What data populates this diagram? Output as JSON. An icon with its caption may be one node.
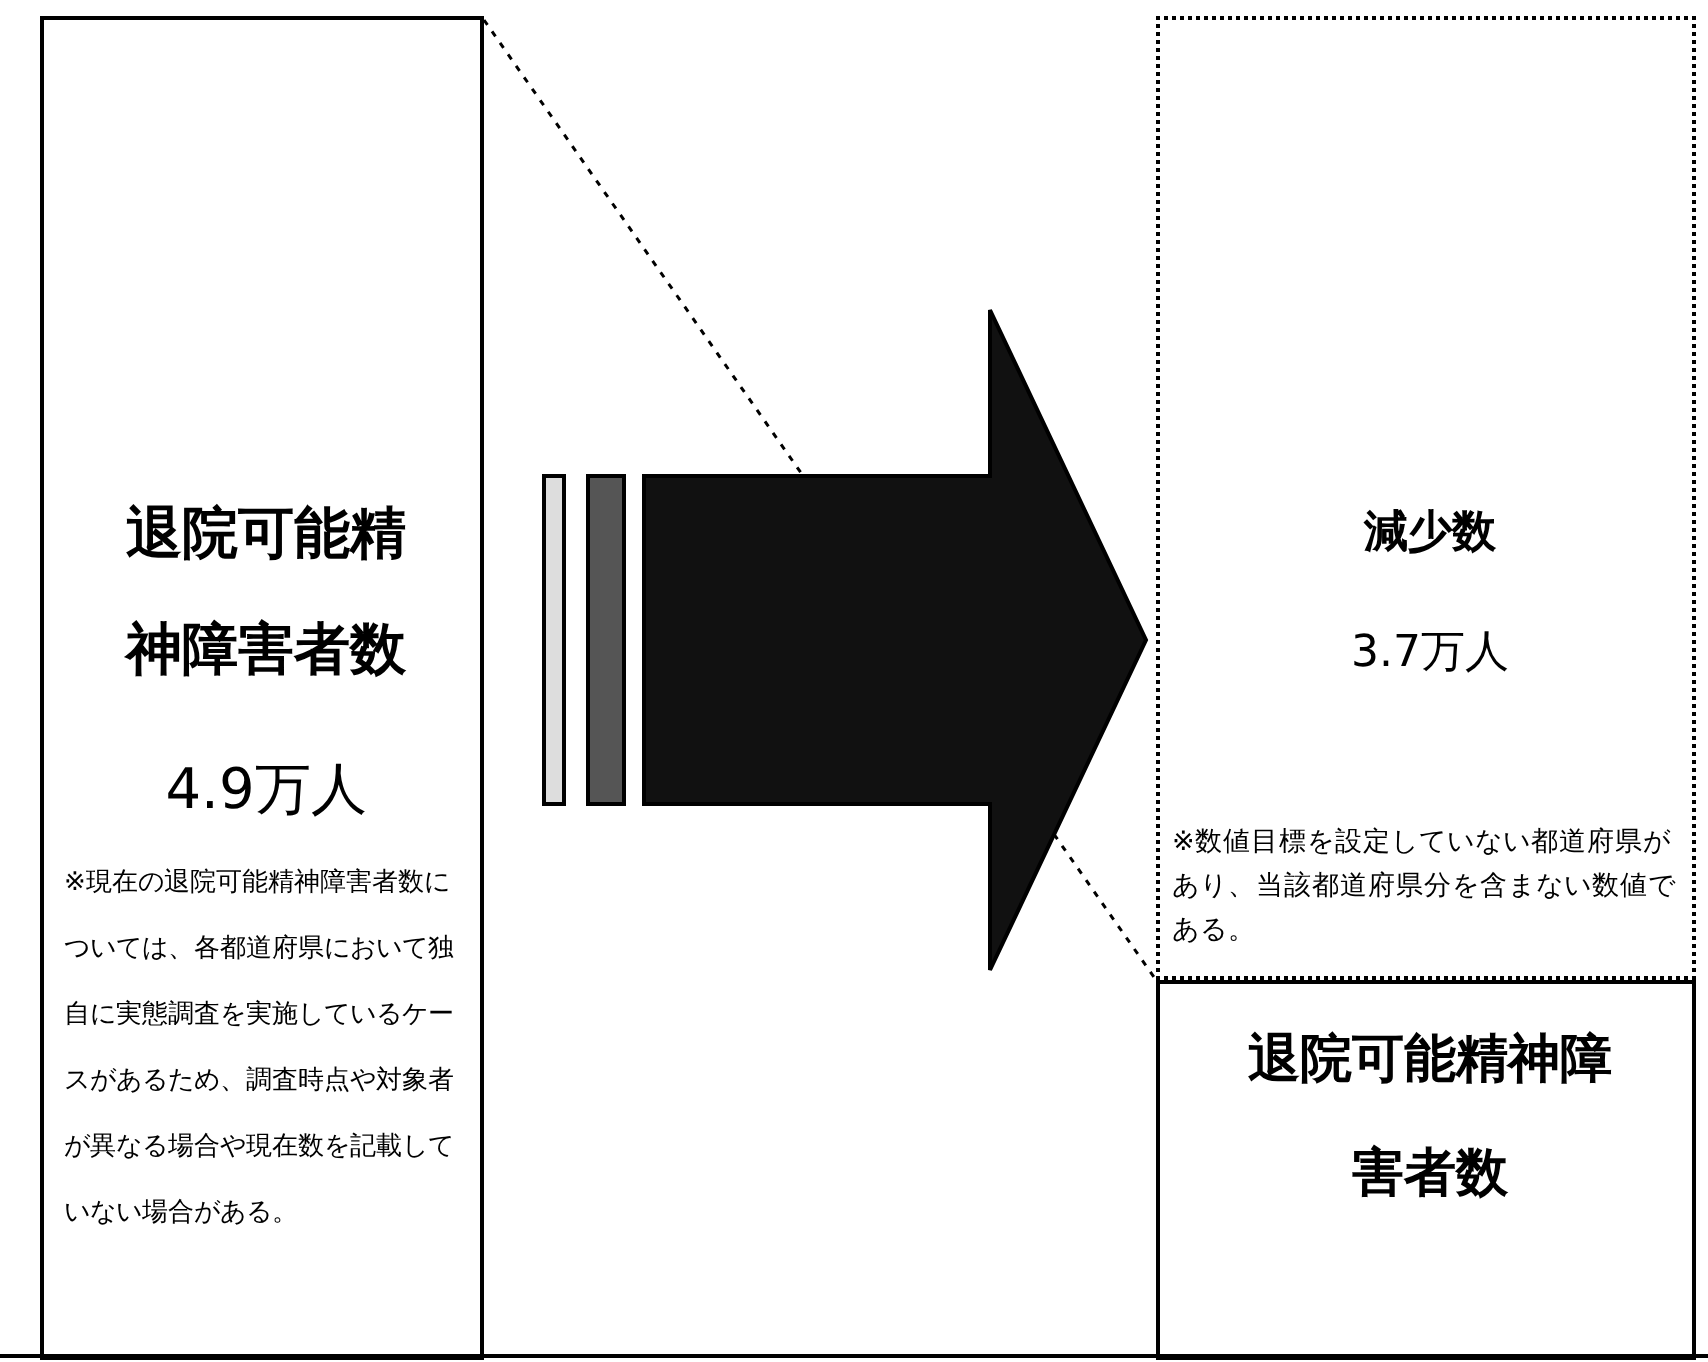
{
  "diagram": {
    "nodes": [
      {
        "text": [
          "退院可能精神障害者数",
          "4.9万人",
          "※現在の退院可能精神障害者数については、各都道府県において独自に実態調査を実施しているケースがあるため、調査時点や対象者が異なる場合や現在数を記載していない場合がある。"
        ]
      },
      {
        "text": [
          "減少数",
          "3.7万人",
          "※数値目標を設定していない都道府県があり、当該都道府県分を含まない数値である。"
        ]
      },
      {
        "text": [
          "退院可能精神障害者数"
        ]
      }
    ],
    "edges": [
      {
        "from": 0,
        "to": 1,
        "arrow": "to",
        "style": "thick"
      },
      {
        "from": 0,
        "to": 2,
        "arrow": "none",
        "style": "dashed"
      }
    ]
  }
}
